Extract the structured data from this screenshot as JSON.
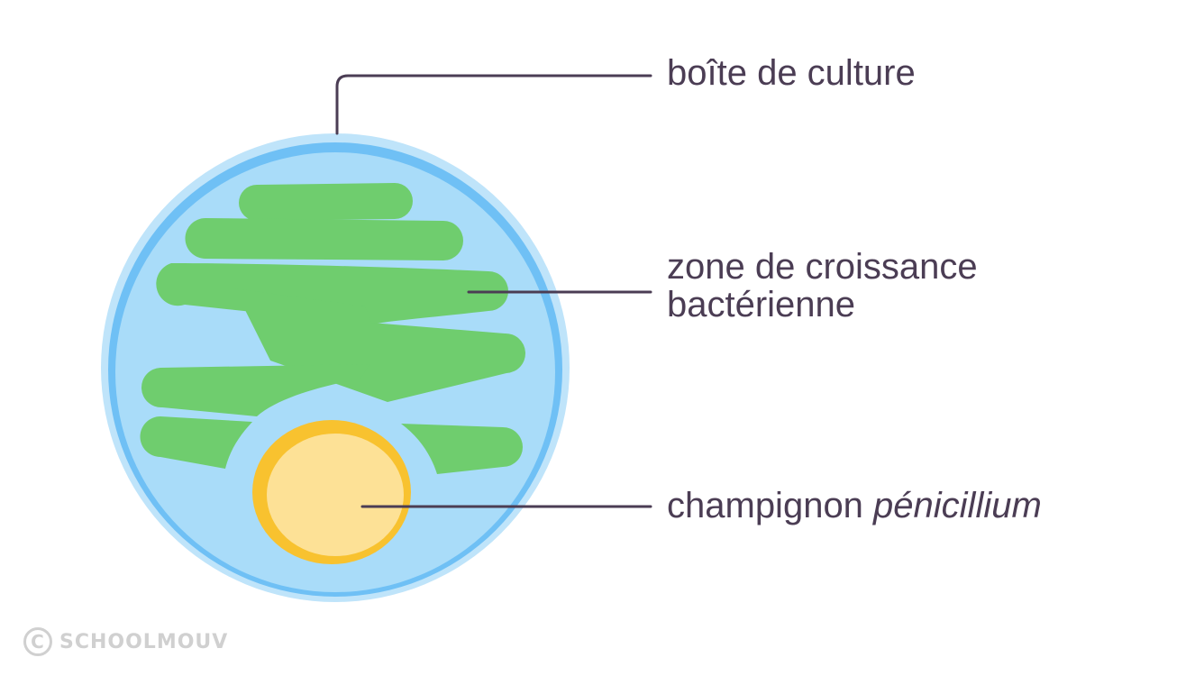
{
  "colors": {
    "dish_outer": "#bfe4fa",
    "dish_rim": "#6fc0f5",
    "dish_agar": "#a9dcf9",
    "bacteria": "#6fcd6e",
    "fungus_outer": "#f8c22f",
    "fungus_inner": "#fde196",
    "leader": "#4b3d54",
    "label_text": "#4b3d54",
    "watermark": "#d0d0d0"
  },
  "labels": {
    "dish": "boîte de culture",
    "bacteria_line1": "zone de croissance",
    "bacteria_line2": "bactérienne",
    "fungus_prefix": "champignon ",
    "fungus_species": "pénicillium"
  },
  "watermark": {
    "text": "SCHOOLMOUV",
    "icon_glyph": "C"
  }
}
